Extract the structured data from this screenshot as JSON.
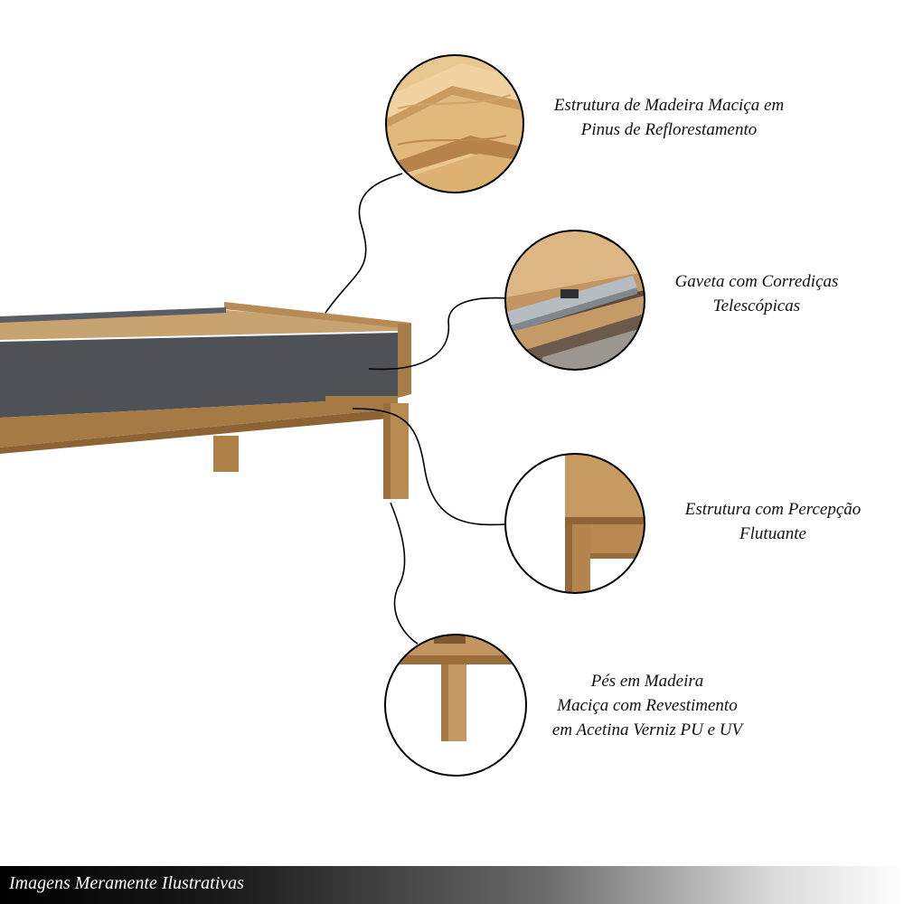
{
  "callouts": [
    {
      "lines": [
        "Estrutura de Madeira Maciça em",
        "Pinus de  Reflorestamento"
      ]
    },
    {
      "lines": [
        "Gaveta com Corrediças",
        "Telescópicas"
      ]
    },
    {
      "lines": [
        "Estrutura com Percepção",
        "Flutuante"
      ]
    },
    {
      "lines": [
        "Pés em Madeira",
        "Maciça com Revestimento",
        "em Acetina Verniz PU e UV"
      ]
    }
  ],
  "footer": {
    "text": "Imagens Meramente Ilustrativas"
  },
  "colors": {
    "wood": "#b58a54",
    "wood_dark": "#8f6535",
    "panel_gray": "#4e5156",
    "outline": "#000000"
  }
}
